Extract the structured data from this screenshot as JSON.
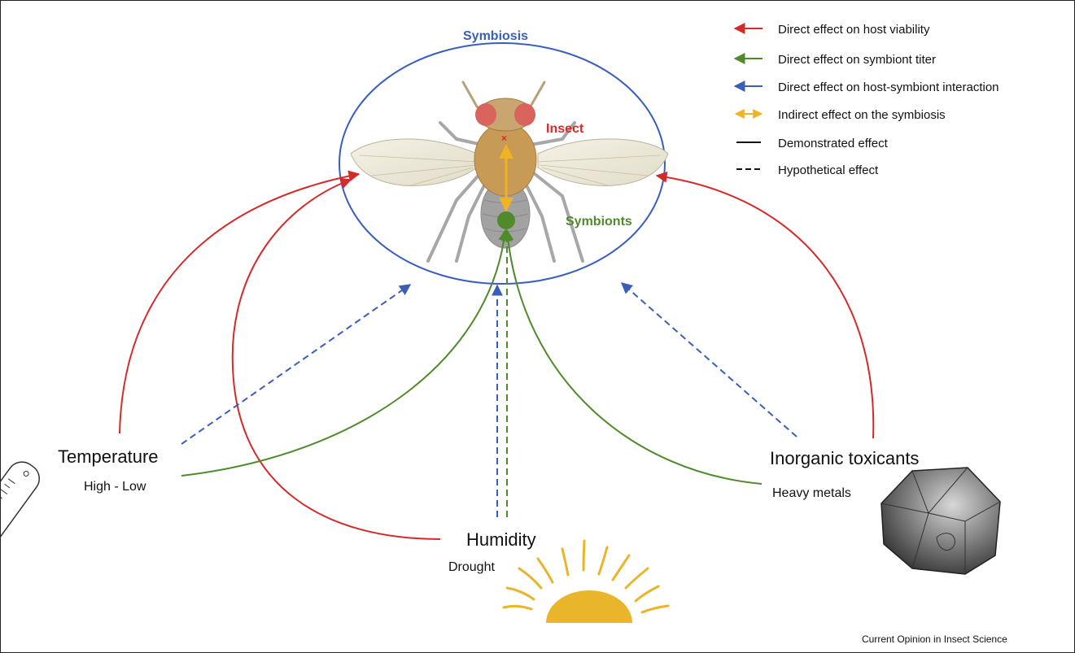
{
  "labels": {
    "symbiosis": "Symbiosis",
    "insect": "Insect",
    "symbionts": "Symbionts"
  },
  "colors": {
    "red": "#d42a2a",
    "green": "#4f8a2b",
    "blue": "#3a5fba",
    "orange": "#f0b323",
    "sun": "#e9b52a"
  },
  "legend": {
    "items": [
      {
        "label": "Direct effect on host viability",
        "color": "#d42a2a",
        "style": "arrow"
      },
      {
        "label": "Direct effect on symbiont titer",
        "color": "#4f8a2b",
        "style": "arrow"
      },
      {
        "label": "Direct effect on host-symbiont interaction",
        "color": "#3a5fba",
        "style": "arrow"
      },
      {
        "label": "Indirect effect on the symbiosis",
        "color": "#f0b323",
        "style": "double-arrow"
      },
      {
        "label": "Demonstrated effect",
        "color": "#111111",
        "style": "solid"
      },
      {
        "label": "Hypothetical effect",
        "color": "#111111",
        "style": "dashed"
      }
    ]
  },
  "factors": {
    "temperature": {
      "title": "Temperature",
      "subtitle": "High - Low",
      "icon": "thermometer-icon"
    },
    "humidity": {
      "title": "Humidity",
      "subtitle": "Drought",
      "icon": "sun-icon"
    },
    "toxicants": {
      "title": "Inorganic toxicants",
      "subtitle": "Heavy metals",
      "icon": "rock-icon"
    }
  },
  "credit": "Current Opinion in Insect Science"
}
